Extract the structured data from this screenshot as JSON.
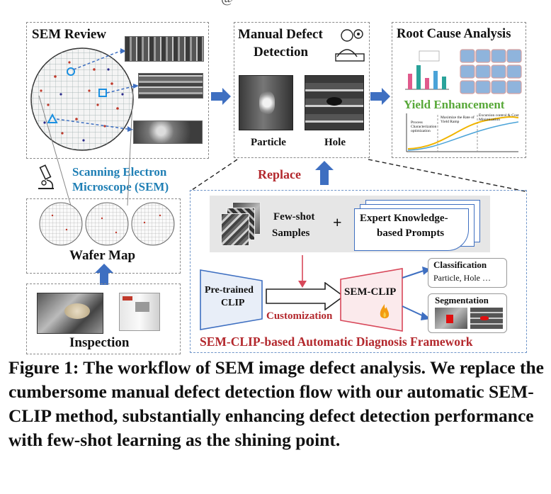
{
  "top_fragment": "@",
  "sem_review": {
    "title": "SEM Review"
  },
  "manual_defect": {
    "title_line1": "Manual Defect",
    "title_line2": "Detection",
    "particle_label": "Particle",
    "hole_label": "Hole"
  },
  "root_cause": {
    "title": "Root Cause Analysis",
    "yield_label": "Yield Enhancement",
    "chart_label_1": "Process Characterization optimization",
    "chart_label_2": "Maximize the Rate of Yield Ramp",
    "chart_label_3": "Excursion control & Cost Minimization"
  },
  "microscope": {
    "line1": "Scanning Electron",
    "line2": "Microscope (SEM)"
  },
  "wafer_map": {
    "title": "Wafer Map"
  },
  "inspection": {
    "title": "Inspection"
  },
  "replace_label": "Replace",
  "framework": {
    "few_shot_line1": "Few-shot",
    "few_shot_line2": "Samples",
    "plus": "+",
    "expert_line1": "Expert Knowledge-",
    "expert_line2": "based Prompts",
    "pretrained_line1": "Pre-trained",
    "pretrained_line2": "CLIP",
    "customization": "Customization",
    "semclip": "SEM-CLIP",
    "classification_title": "Classification",
    "classification_items": "Particle, Hole …",
    "segmentation_title": "Segmentation",
    "title": "SEM-CLIP-based Automatic Diagnosis Framework"
  },
  "caption": "Figure 1: The workflow of SEM image defect analysis. We replace the cumbersome manual defect detection flow with our automatic SEM-CLIP method, substantially enhancing defect detection performance with few-shot learning as the shining point.",
  "colors": {
    "blue_arrow": "#3e6fc1",
    "teal": "#1f7fb5",
    "red": "#b3282d",
    "green": "#57a838",
    "dash_gray": "#8a8a8a",
    "dash_blue": "#6f95c9"
  }
}
